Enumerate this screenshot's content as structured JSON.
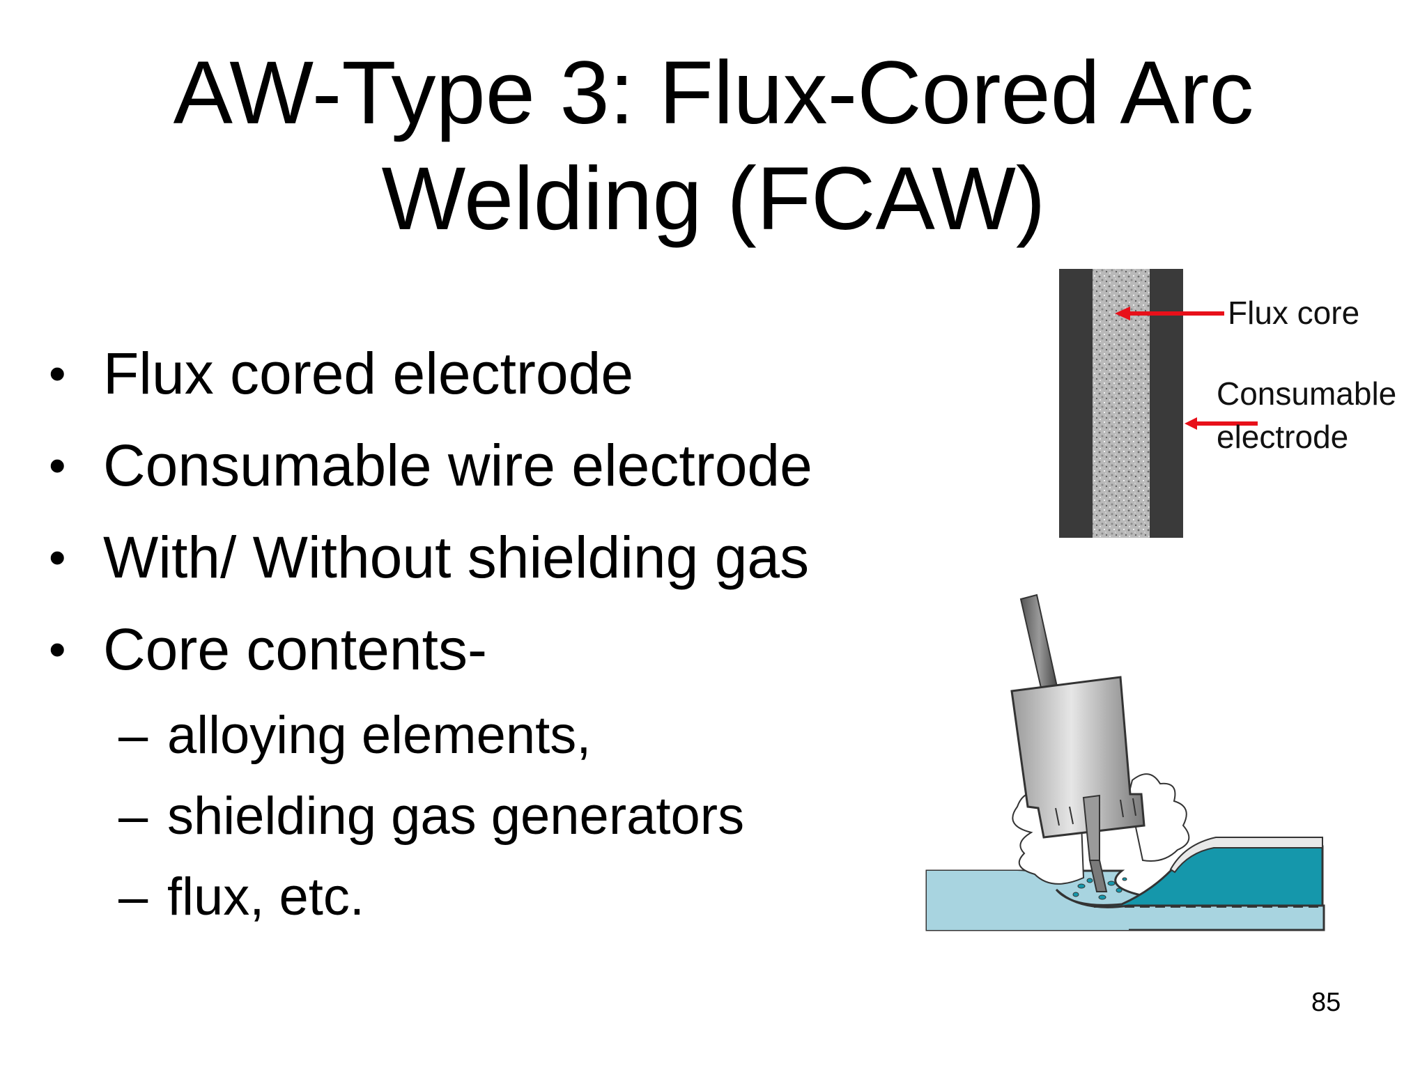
{
  "slide": {
    "title_line1": "AW-Type 3: Flux-Cored Arc",
    "title_line2": "Welding (FCAW)",
    "bullet_symbol": "•",
    "dash_symbol": "–",
    "bullets": [
      "Flux cored electrode",
      "Consumable wire electrode",
      "With/ Without shielding gas",
      "Core contents-"
    ],
    "sub_bullets": [
      "alloying elements,",
      "shielding gas generators",
      "flux, etc."
    ],
    "page_number": "85"
  },
  "diagram": {
    "label_flux_core": "Flux core",
    "label_consumable": "Consumable",
    "label_electrode": "electrode",
    "arrow_color": "#e8101a",
    "sheath_color": "#3a3a3a",
    "workpiece_color": "#a8d4e0",
    "weld_color": "#1597ab"
  }
}
